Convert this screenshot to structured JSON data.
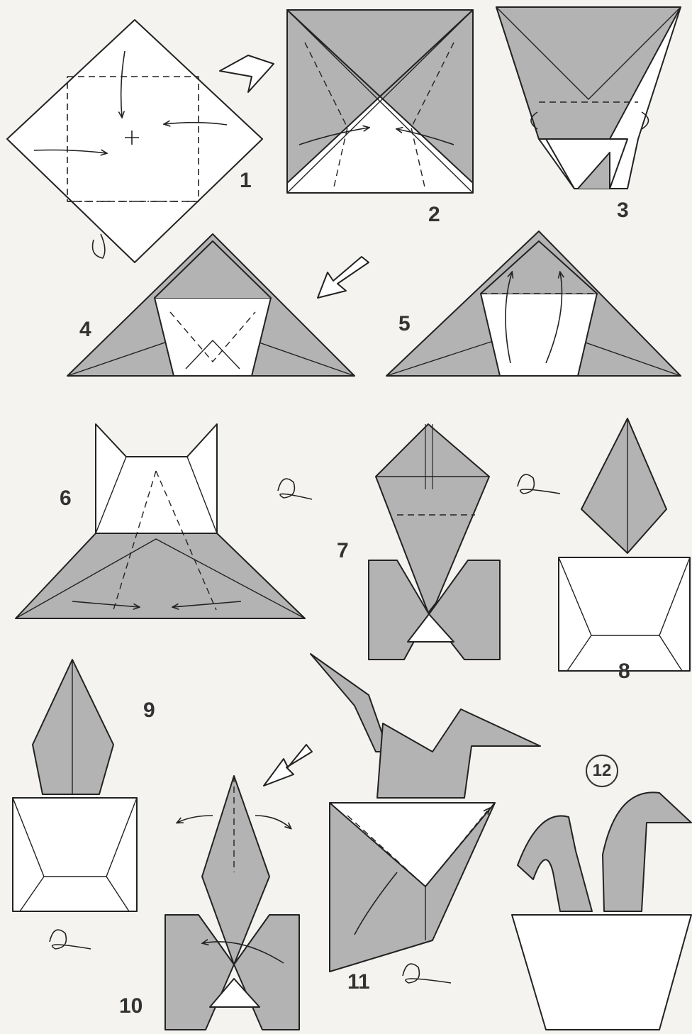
{
  "colors": {
    "paper_front": "#ffffff",
    "paper_back": "#b3b3b3",
    "line": "#222222",
    "background": "#f4f3ef"
  },
  "steps": [
    {
      "label": "1"
    },
    {
      "label": "2"
    },
    {
      "label": "3"
    },
    {
      "label": "4"
    },
    {
      "label": "5"
    },
    {
      "label": "6"
    },
    {
      "label": "7"
    },
    {
      "label": "8"
    },
    {
      "label": "9"
    },
    {
      "label": "10"
    },
    {
      "label": "11"
    },
    {
      "label": "12"
    }
  ],
  "symbols": [
    "valley-fold-line",
    "mountain-fold-line",
    "fold-arrow",
    "turn-over-symbol",
    "next-step-arrow"
  ]
}
